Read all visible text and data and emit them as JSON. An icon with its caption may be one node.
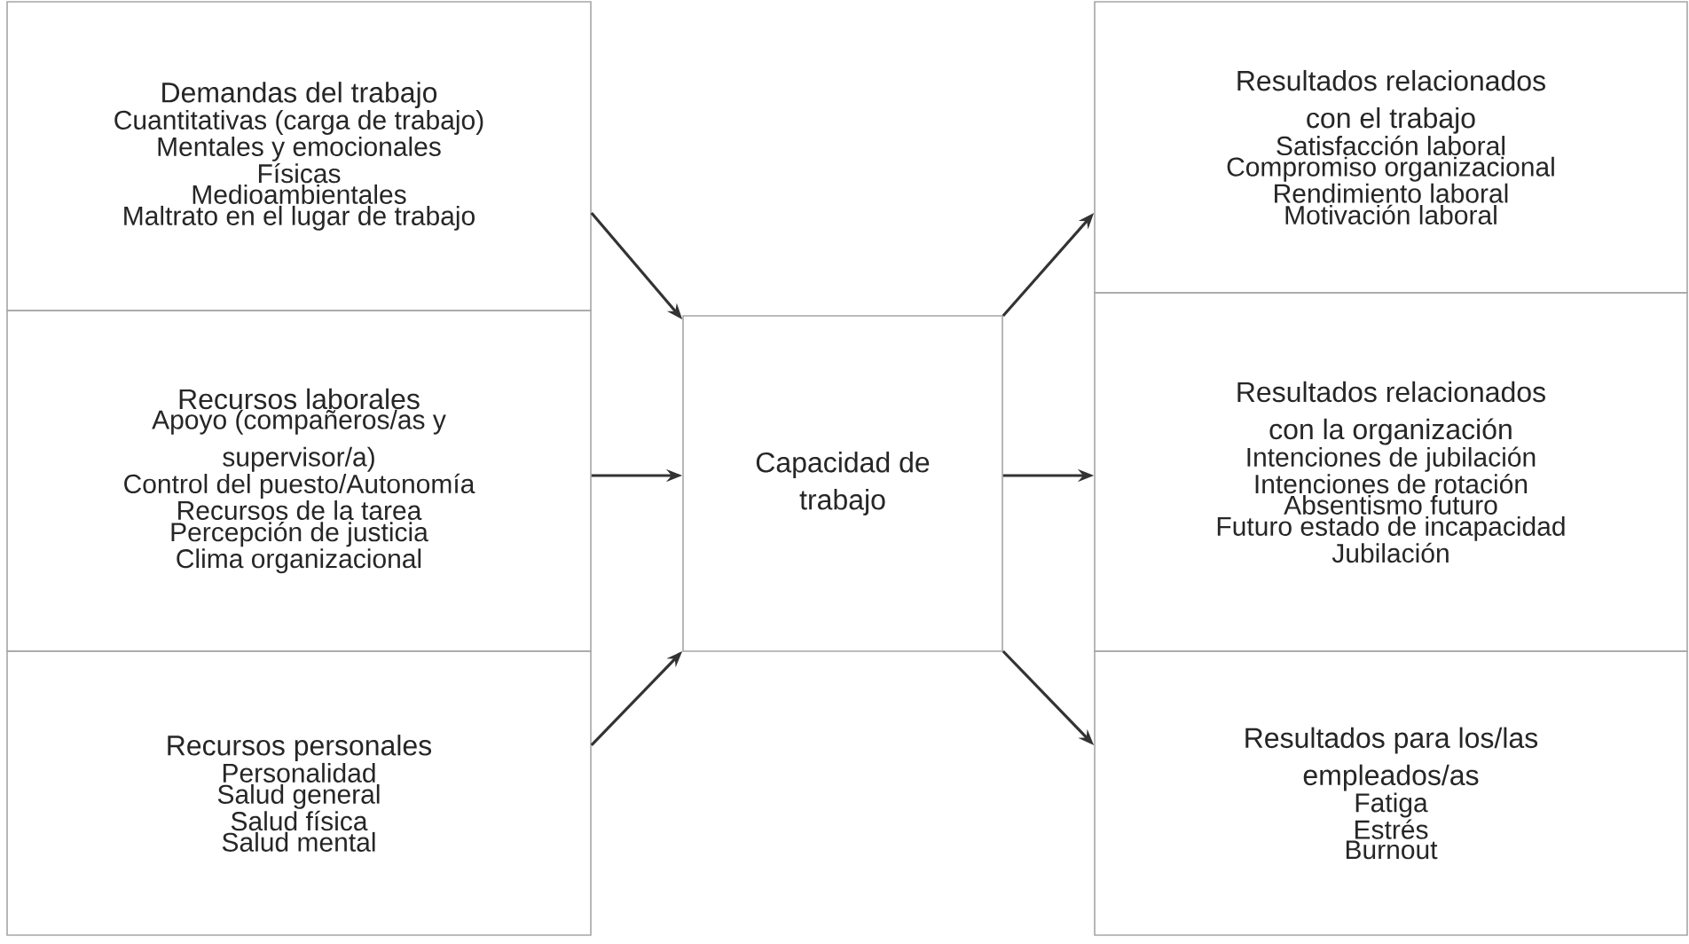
{
  "diagram": {
    "nodes": [
      {
        "text": [
          "Demandas del trabajo",
          "Cuantitativas (carga de trabajo)",
          "Mentales y emocionales",
          "Físicas",
          "Medioambientales",
          "Maltrato en el lugar de trabajo"
        ]
      },
      {
        "text": [
          "Recursos laborales",
          "Apoyo (compañeros/as y supervisor/a)",
          "Control del puesto/Autonomía",
          "Recursos de la tarea",
          "Percepción de justicia",
          "Clima organizacional"
        ]
      },
      {
        "text": [
          "Recursos personales",
          "Personalidad",
          "Salud general",
          "Salud física",
          "Salud mental"
        ]
      },
      {
        "text": [
          "Capacidad de trabajo"
        ]
      },
      {
        "text": [
          "Resultados relacionados con el trabajo",
          "Satisfacción laboral",
          "Compromiso organizacional",
          "Rendimiento laboral",
          "Motivación laboral"
        ]
      },
      {
        "text": [
          "Resultados relacionados con la organización",
          "Intenciones de jubilación",
          "Intenciones de rotación",
          "Absentismo futuro",
          "Futuro estado de incapacidad",
          "Jubilación"
        ]
      },
      {
        "text": [
          "Resultados para los/las empleados/as",
          "Fatiga",
          "Estrés",
          "Burnout"
        ]
      }
    ],
    "edges": [
      {
        "from": 0,
        "to": 3,
        "arrow": "to"
      },
      {
        "from": 1,
        "to": 3,
        "arrow": "to"
      },
      {
        "from": 2,
        "to": 3,
        "arrow": "to"
      },
      {
        "from": 3,
        "to": 4,
        "arrow": "to"
      },
      {
        "from": 3,
        "to": 5,
        "arrow": "to"
      },
      {
        "from": 3,
        "to": 6,
        "arrow": "to"
      }
    ]
  }
}
